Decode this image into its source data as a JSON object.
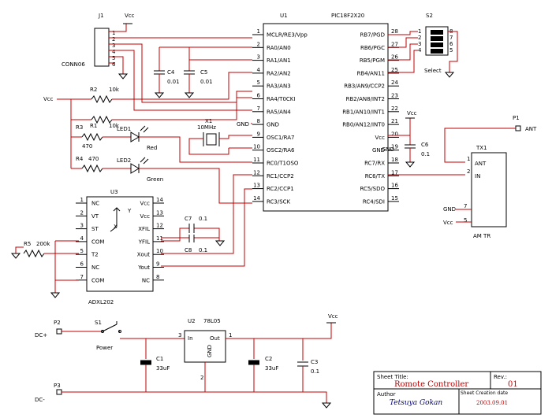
{
  "j1": {
    "ref": "J1",
    "name": "CONN06",
    "pins": [
      "1",
      "2",
      "3",
      "4",
      "5",
      "6"
    ]
  },
  "vcc_label": "Vcc",
  "gnd_label": "GND",
  "u1": {
    "ref": "U1",
    "part": "PIC18F2X20",
    "left_pins": [
      {
        "num": "1",
        "name": "MCLR/RE3/Vpp"
      },
      {
        "num": "2",
        "name": "RA0/AN0"
      },
      {
        "num": "3",
        "name": "RA1/AN1"
      },
      {
        "num": "4",
        "name": "RA2/AN2"
      },
      {
        "num": "5",
        "name": "RA3/AN3"
      },
      {
        "num": "6",
        "name": "RA4/T0CKI"
      },
      {
        "num": "7",
        "name": "RA5/AN4"
      },
      {
        "num": "8",
        "name": "GND"
      },
      {
        "num": "9",
        "name": "OSC1/RA7"
      },
      {
        "num": "10",
        "name": "OSC2/RA6"
      },
      {
        "num": "11",
        "name": "RC0/T1OSO"
      },
      {
        "num": "12",
        "name": "RC1/CCP2"
      },
      {
        "num": "13",
        "name": "RC2/CCP1"
      },
      {
        "num": "14",
        "name": "RC3/SCK"
      }
    ],
    "right_pins": [
      {
        "num": "28",
        "name": "RB7/PGD"
      },
      {
        "num": "27",
        "name": "RB6/PGC"
      },
      {
        "num": "26",
        "name": "RB5/PGM"
      },
      {
        "num": "25",
        "name": "RB4/AN11"
      },
      {
        "num": "24",
        "name": "RB3/AN9/CCP2"
      },
      {
        "num": "23",
        "name": "RB2/AN8/INT2"
      },
      {
        "num": "22",
        "name": "RB1/AN10/INT1"
      },
      {
        "num": "21",
        "name": "RB0/AN12/INT0"
      },
      {
        "num": "20",
        "name": "Vcc"
      },
      {
        "num": "19",
        "name": "GND"
      },
      {
        "num": "18",
        "name": "RC7/RX"
      },
      {
        "num": "17",
        "name": "RC6/TX"
      },
      {
        "num": "16",
        "name": "RC5/SDO"
      },
      {
        "num": "15",
        "name": "RC4/SDI"
      }
    ]
  },
  "s2": {
    "ref": "S2",
    "name": "Select",
    "left_pins": [
      "1",
      "2",
      "3",
      "4"
    ],
    "right_pins": [
      "8",
      "7",
      "6",
      "5"
    ]
  },
  "c4": {
    "ref": "C4",
    "value": "0.01"
  },
  "c5": {
    "ref": "C5",
    "value": "0.01"
  },
  "r1": {
    "ref": "R1",
    "value": "10k"
  },
  "r2": {
    "ref": "R2",
    "value": "10k"
  },
  "r3": {
    "ref": "R3",
    "value": "470"
  },
  "r4": {
    "ref": "R4",
    "value": "470"
  },
  "r5": {
    "ref": "R5",
    "value": "200k"
  },
  "led1": {
    "ref": "LED1",
    "color": "Red"
  },
  "led2": {
    "ref": "LED2",
    "color": "Green"
  },
  "x1": {
    "ref": "X1",
    "value": "10MHz"
  },
  "c6": {
    "ref": "C6",
    "value": "0.1"
  },
  "c7": {
    "ref": "C7",
    "value": "0.1"
  },
  "c8": {
    "ref": "C8",
    "value": "0.1"
  },
  "p1": {
    "ref": "P1",
    "label": "ANT"
  },
  "tx1": {
    "ref": "TX1",
    "name": "AM TR",
    "pins": [
      {
        "num": "1",
        "name": "ANT"
      },
      {
        "num": "2",
        "name": "IN"
      },
      {
        "num": "7",
        "name": "GND"
      },
      {
        "num": "5",
        "name": "Vcc"
      }
    ]
  },
  "u3": {
    "ref": "U3",
    "part": "ADXL202",
    "axis_y": "Y",
    "axis_x": "X",
    "left_pins": [
      {
        "num": "1",
        "name": "NC"
      },
      {
        "num": "2",
        "name": "VT"
      },
      {
        "num": "3",
        "name": "ST"
      },
      {
        "num": "4",
        "name": "COM"
      },
      {
        "num": "5",
        "name": "T2"
      },
      {
        "num": "6",
        "name": "NC"
      },
      {
        "num": "7",
        "name": "COM"
      }
    ],
    "right_pins": [
      {
        "num": "14",
        "name": "Vcc"
      },
      {
        "num": "13",
        "name": "Vcc"
      },
      {
        "num": "12",
        "name": "XFIL"
      },
      {
        "num": "11",
        "name": "YFIL"
      },
      {
        "num": "10",
        "name": "Xout"
      },
      {
        "num": "9",
        "name": "Yout"
      },
      {
        "num": "8",
        "name": "NC"
      }
    ]
  },
  "p2": {
    "ref": "P2",
    "label": "DC+"
  },
  "p3": {
    "ref": "P3",
    "label": "DC-"
  },
  "s1": {
    "ref": "S1",
    "label": "Power"
  },
  "u2": {
    "ref": "U2",
    "part": "78L05",
    "pin_in": "In",
    "pin_out": "Out",
    "pin_gnd": "GND",
    "n_in": "3",
    "n_out": "1",
    "n_gnd": "2"
  },
  "c1": {
    "ref": "C1",
    "value": "33uF"
  },
  "c2": {
    "ref": "C2",
    "value": "33uF"
  },
  "c3": {
    "ref": "C3",
    "value": "0.1"
  },
  "title_block": {
    "sheet_title_label": "Sheet Title:",
    "sheet_title": "Romote Controller",
    "rev_label": "Rev.:",
    "rev": "01",
    "author_label": "Author",
    "author": "Tetsuya  Gokan",
    "creation_label": "Sheet Creation date",
    "date": "2003.09.01"
  }
}
